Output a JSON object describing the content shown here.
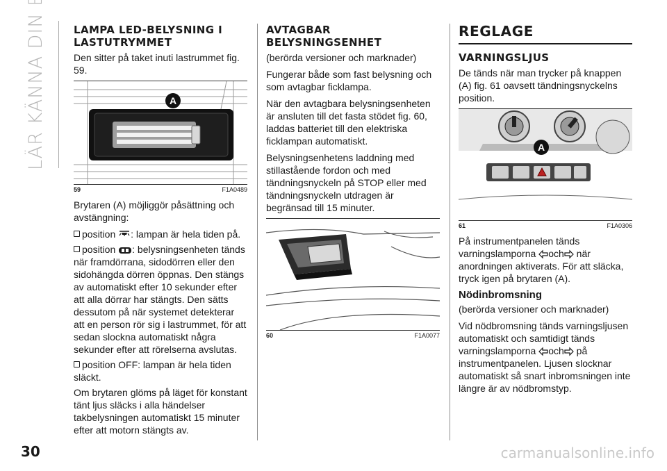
{
  "side_title": "LÄR KÄNNA DIN BIL",
  "page_number": "30",
  "watermark": "carmanualsonline.info",
  "col1": {
    "heading": "LAMPA LED-BELYSNING I LASTUTRYMMET",
    "intro": "Den sitter på taket inuti lastrummet fig. 59.",
    "figure": {
      "number": "59",
      "code": "F1A0489",
      "callout": "A"
    },
    "switch_text": "Brytaren (A) möjliggör påsättning och avstängning:",
    "bullet1_prefix": "position",
    "bullet1_text": ": lampan är hela tiden på.",
    "bullet2_prefix": "position",
    "bullet2_text": ": belysningsenheten tänds när framdörrana, sidodörren eller den sidohängda dörren öppnas. Den stängs av automatiskt efter 10 sekunder efter att alla dörrar har stängts. Den sätts dessutom på när systemet detekterar att en person rör sig i lastrummet, för att sedan slockna automatiskt några sekunder efter att rörelserna avslutas.",
    "bullet3_text": "position OFF: lampan är hela tiden släckt.",
    "outro": "Om brytaren glöms på läget för konstant tänt ljus släcks i alla händelser takbelysningen automatiskt 15 minuter efter att motorn stängts av."
  },
  "col2": {
    "heading": "AVTAGBAR BELYSNINGSENHET",
    "p1": "(berörda versioner och marknader)",
    "p2": "Fungerar både som fast belysning och som avtagbar ficklampa.",
    "p3": "När den avtagbara belysningsenheten är ansluten till det fasta stödet fig. 60, laddas batteriet till den elektriska ficklampan automatiskt.",
    "p4": "Belysningsenhetens laddning med stillastående fordon och med tändningsnyckeln på STOP eller med tändningsnyckeln utdragen är begränsad till 15 minuter.",
    "figure": {
      "number": "60",
      "code": "F1A0077"
    }
  },
  "col3": {
    "heading": "REGLAGE",
    "sub1": "VARNINGSLJUS",
    "p1": "De tänds när man trycker på knappen (A) fig. 61 oavsett tändningsnyckelns position.",
    "figure": {
      "number": "61",
      "code": "F1A0306",
      "callout": "A"
    },
    "p2_a": "På instrumentpanelen tänds varningslamporna",
    "p2_och": "och",
    "p2_b": "när anordningen aktiverats. För att släcka, tryck igen på brytaren (A).",
    "sub2": "Nödinbromsning",
    "p3": "(berörda versioner och marknader)",
    "p4_a": "Vid nödbromsning tänds varningsljusen automatiskt och samtidigt tänds varningslamporna",
    "p4_och": "och",
    "p4_b": "på instrumentpanelen. Ljusen slocknar automatiskt så snart inbromsningen inte längre är av nödbromstyp."
  },
  "icons": {
    "lamp_on": "interior-lamp-on-icon",
    "door": "door-lamp-icon",
    "arrow_left": "turn-left-arrow-icon",
    "arrow_right": "turn-right-arrow-icon"
  }
}
